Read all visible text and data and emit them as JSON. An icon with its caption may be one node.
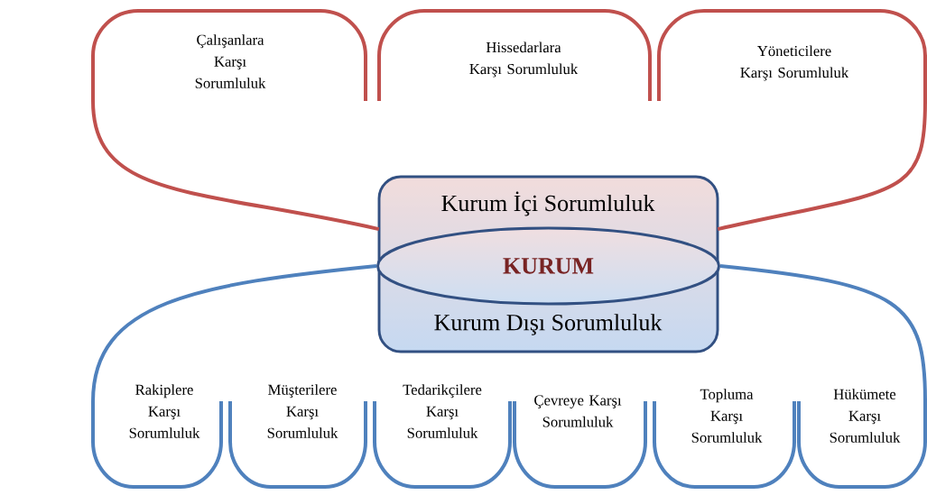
{
  "diagram": {
    "nodes": [
      {
        "text": [
          "Kurum İçi Sorumluluk",
          "Kurum Dışı Sorumluluk"
        ]
      },
      {
        "text": [
          "KURUM"
        ],
        "in": 0
      },
      {
        "text": [
          "Çalışanlara Karşı Sorumluluk"
        ]
      },
      {
        "text": [
          "Hissedarlara Karşı Sorumluluk"
        ]
      },
      {
        "text": [
          "Yöneticilere Karşı Sorumluluk"
        ]
      },
      {
        "text": [
          "Rakiplere Karşı Sorumluluk"
        ]
      },
      {
        "text": [
          "Müşterilere Karşı Sorumluluk"
        ]
      },
      {
        "text": [
          "Tedarikçilere Karşı Sorumluluk"
        ]
      },
      {
        "text": [
          "Çevreye Karşı Sorumluluk"
        ]
      },
      {
        "text": [
          "Topluma Karşı Sorumluluk"
        ]
      },
      {
        "text": [
          "Hükümete Karşı Sorumluluk"
        ]
      }
    ],
    "edges": [
      {
        "from": 0,
        "to": 2,
        "arrow": "none",
        "color": "#c0504d"
      },
      {
        "from": 0,
        "to": 4,
        "arrow": "none",
        "color": "#c0504d"
      },
      {
        "from": 1,
        "to": 5,
        "arrow": "none",
        "color": "#4f81bd"
      },
      {
        "from": 1,
        "to": 10,
        "arrow": "none",
        "color": "#4f81bd"
      }
    ]
  }
}
